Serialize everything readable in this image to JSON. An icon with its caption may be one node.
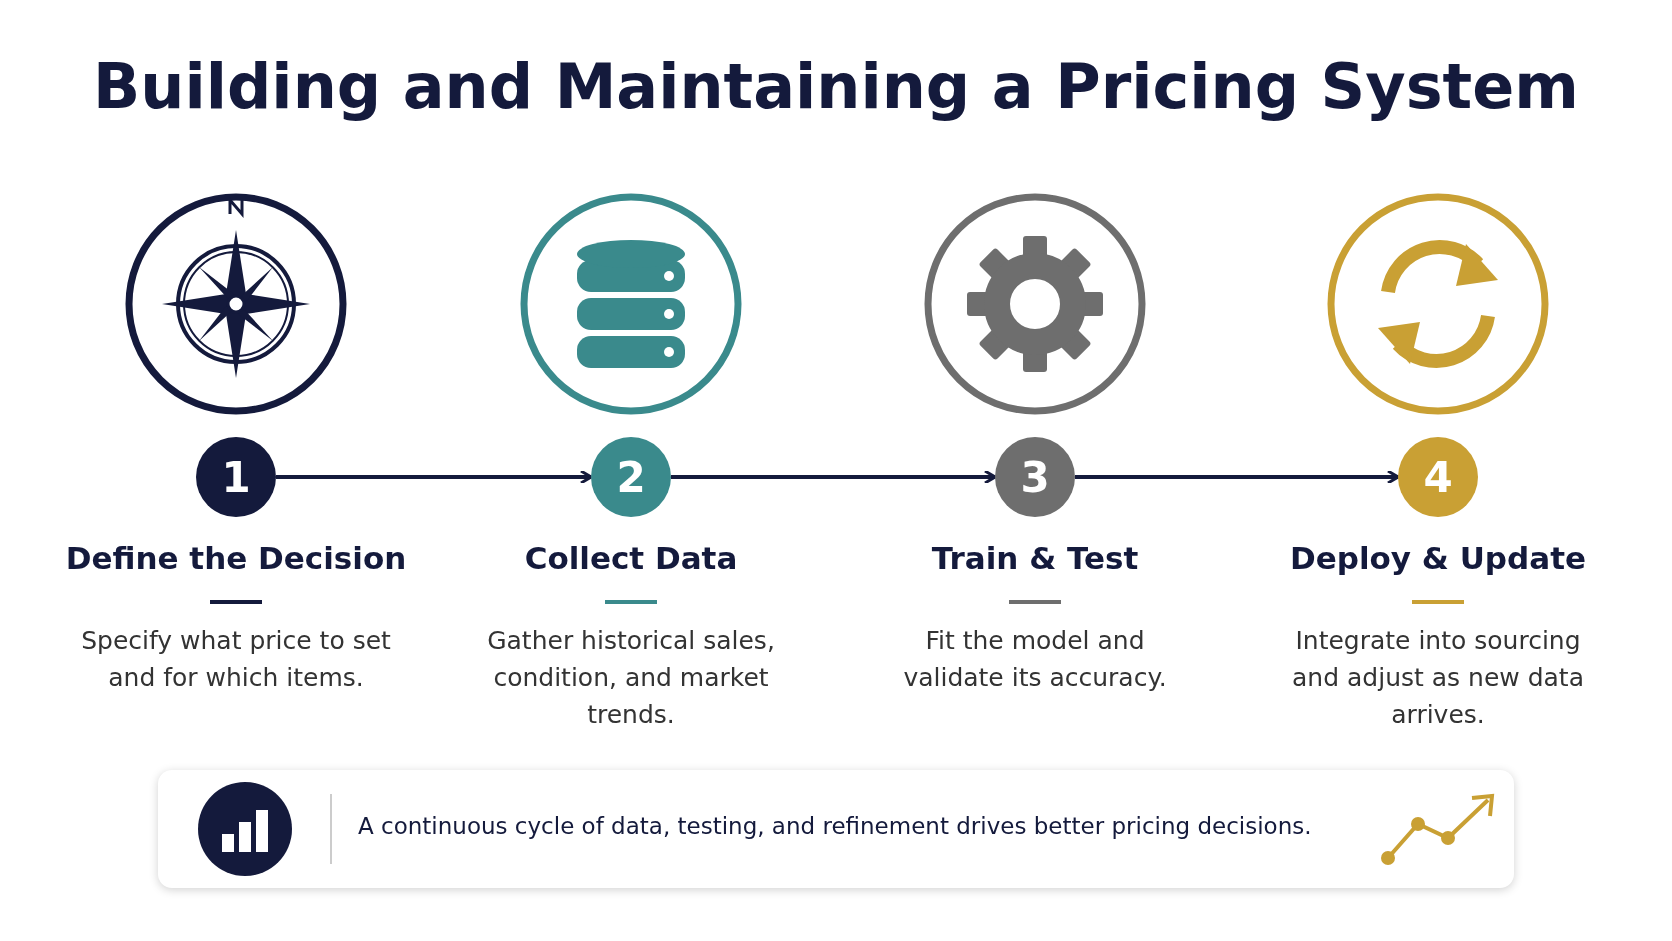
{
  "diagram": {
    "title": "Building and Maintaining a Pricing System",
    "nodes": [
      {
        "text": [
          "1"
        ],
        "beside": [
          "Define the Decision",
          "Specify what price to set and for which items."
        ]
      },
      {
        "text": [
          "2"
        ],
        "beside": [
          "Collect Data",
          "Gather historical sales, condition, and market trends."
        ]
      },
      {
        "text": [
          "3"
        ],
        "beside": [
          "Train & Test",
          "Fit the model and validate its accuracy."
        ]
      },
      {
        "text": [
          "4"
        ],
        "beside": [
          "Deploy & Update",
          "Integrate into sourcing and adjust as new data arrives."
        ]
      }
    ],
    "edges": [
      {
        "from": 0,
        "to": 1,
        "arrow": "to"
      },
      {
        "from": 1,
        "to": 2,
        "arrow": "to"
      },
      {
        "from": 2,
        "to": 3,
        "arrow": "to"
      }
    ],
    "labels": [
      "A continuous cycle of data, testing, and refinement drives better pricing decisions."
    ]
  }
}
